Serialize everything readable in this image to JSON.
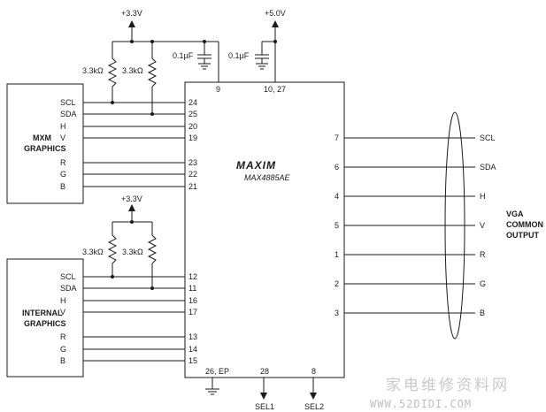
{
  "supplies": {
    "v33_top": "+3.3V",
    "v50_top": "+5.0V",
    "v33_bottom": "+3.3V"
  },
  "resistors": {
    "r1": "3.3kΩ",
    "r2": "3.3kΩ",
    "r3": "3.3kΩ",
    "r4": "3.3kΩ"
  },
  "capacitors": {
    "c1": "0.1µF",
    "c2": "0.1µF"
  },
  "mxm": {
    "title_line1": "MXM",
    "title_line2": "GRAPHICS",
    "signals": [
      "SCL",
      "SDA",
      "H",
      "V",
      "R",
      "G",
      "B"
    ]
  },
  "internal": {
    "title_line1": "INTERNAL",
    "title_line2": "GRAPHICS",
    "signals": [
      "SCL",
      "SDA",
      "H",
      "V",
      "R",
      "G",
      "B"
    ]
  },
  "ic": {
    "logo": "MAXIM",
    "part": "MAX4885AE",
    "pin_top_left": "9",
    "pin_top_right": "10, 27",
    "pins_left_top": [
      "24",
      "25",
      "20",
      "19",
      "23",
      "22",
      "21"
    ],
    "pins_left_bottom": [
      "12",
      "11",
      "16",
      "17",
      "13",
      "14",
      "15"
    ],
    "pins_right": [
      "7",
      "6",
      "4",
      "5",
      "1",
      "2",
      "3"
    ],
    "pin_bottom_left": "26, EP",
    "pin_bottom_mid": "28",
    "pin_bottom_right": "8"
  },
  "outputs": {
    "signals": [
      "SCL",
      "SDA",
      "H",
      "V",
      "R",
      "G",
      "B"
    ],
    "label_line1": "VGA",
    "label_line2": "COMMON",
    "label_line3": "OUTPUT"
  },
  "selects": {
    "sel1": "SEL1",
    "sel2": "SEL2"
  },
  "watermark": {
    "line1": "家电维修资料网",
    "line2": "WWW.52DIDI.COM"
  }
}
